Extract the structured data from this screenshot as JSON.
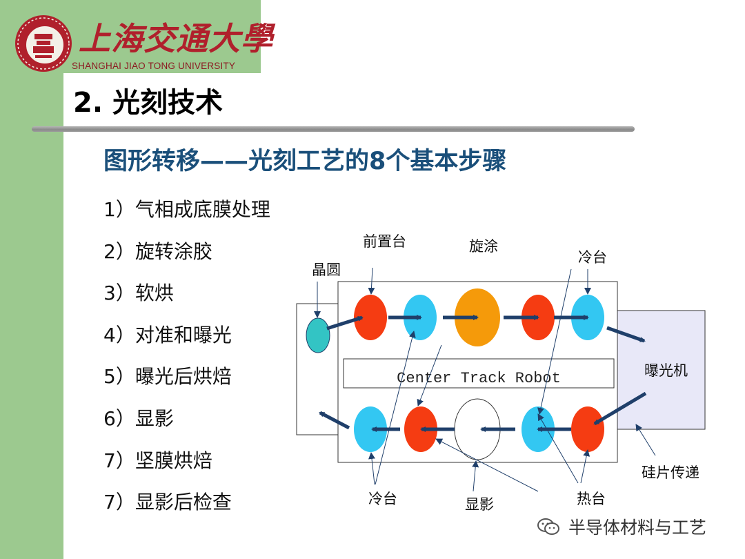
{
  "header": {
    "university_cn": "上海交通大學",
    "university_en": "SHANGHAI JIAO TONG UNIVERSITY"
  },
  "section_title": "2. 光刻技术",
  "subtitle": "图形转移——光刻工艺的8个基本步骤",
  "steps": [
    "1）气相成底膜处理",
    "2）旋转涂胶",
    "3）软烘",
    "4）对准和曝光",
    "5）曝光后烘焙",
    "6）显影",
    "7）坚膜烘焙",
    "7）显影后检查"
  ],
  "diagram": {
    "labels": {
      "wafer": "晶圆",
      "pre_stage": "前置台",
      "spin_coat": "旋涂",
      "cool_top": "冷台",
      "exposure": "曝光机",
      "robot": "Center Track Robot",
      "wafer_transfer": "硅片传递",
      "cool_bottom": "冷台",
      "develop": "显影",
      "hot_plate": "热台"
    },
    "colors": {
      "red": "#f53c12",
      "blue": "#33c7f2",
      "orange": "#f59a0a",
      "teal": "#33c4c4",
      "arrow": "#1f3f6a",
      "exposure_box": "#e8e8f8"
    }
  },
  "watermark": "半导体材料与工艺"
}
